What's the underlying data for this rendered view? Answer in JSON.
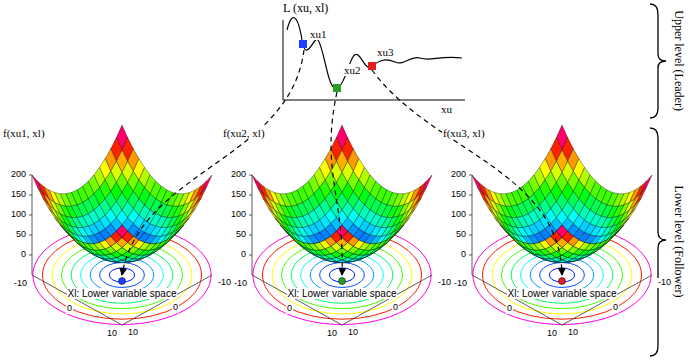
{
  "diagram": {
    "labels": [
      "L (xu, xl)",
      "xu1",
      "xu2",
      "xu3",
      "xu",
      "Upper level (Leader)",
      "Lower level (Follower)",
      "f(xu1, xl)",
      "200",
      "150",
      "100",
      "50",
      "0",
      "Xl: Lower variable space",
      "-10",
      "0",
      "10",
      "-10",
      "0",
      "10",
      "f(xu2, xl)",
      "200",
      "150",
      "100",
      "50",
      "0",
      "Xl: Lower variable space",
      "-10",
      "0",
      "10",
      "-10",
      "0",
      "10",
      "f(xu3, xl)",
      "200",
      "150",
      "100",
      "50",
      "0",
      "Xl: Lower variable space",
      "-10",
      "0",
      "10",
      "-10",
      "0",
      "10"
    ]
  }
}
